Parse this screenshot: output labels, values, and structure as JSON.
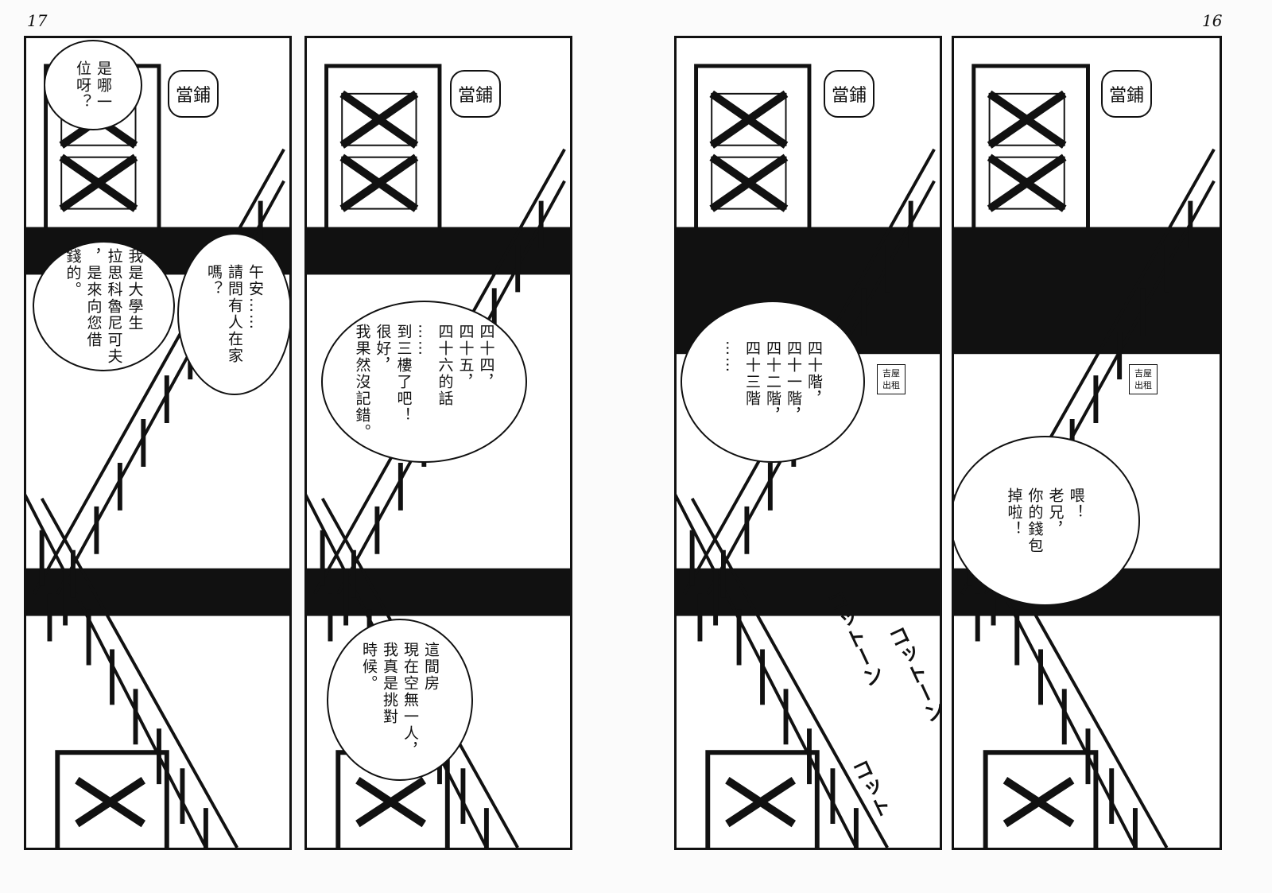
{
  "page_numbers": {
    "left": "17",
    "right": "16"
  },
  "shop_sign": "當鋪",
  "rent_sign": {
    "line1": "吉屋",
    "line2": "出租"
  },
  "panels": [
    {
      "bubbles": [
        {
          "lines": [
            "是哪一",
            "位呀？"
          ]
        },
        {
          "lines": [
            "午安……",
            "請問有人在家",
            "嗎？"
          ]
        },
        {
          "lines": [
            "我是大學生",
            "拉思科魯尼可夫",
            "，是來向您借",
            "錢的。"
          ]
        }
      ]
    },
    {
      "bubbles": [
        {
          "lines": [
            "四十四，",
            "四十五，",
            "四十六的話",
            "……",
            "到三樓了吧！",
            "很好，",
            "我果然沒記錯。"
          ]
        },
        {
          "lines": [
            "這間房",
            "現在空無一人，",
            "我真是挑對",
            "時候。"
          ]
        }
      ]
    },
    {
      "bubbles": [
        {
          "lines": [
            "四十階，",
            "四十一階，",
            "四十二階，",
            "四十三階",
            "……"
          ]
        }
      ],
      "sfx": [
        "コットーン",
        "コットーン",
        "コット"
      ]
    },
    {
      "bubbles": [
        {
          "lines": [
            "喂！",
            "老兄，",
            "你的錢包",
            "掉啦！"
          ]
        }
      ]
    }
  ]
}
